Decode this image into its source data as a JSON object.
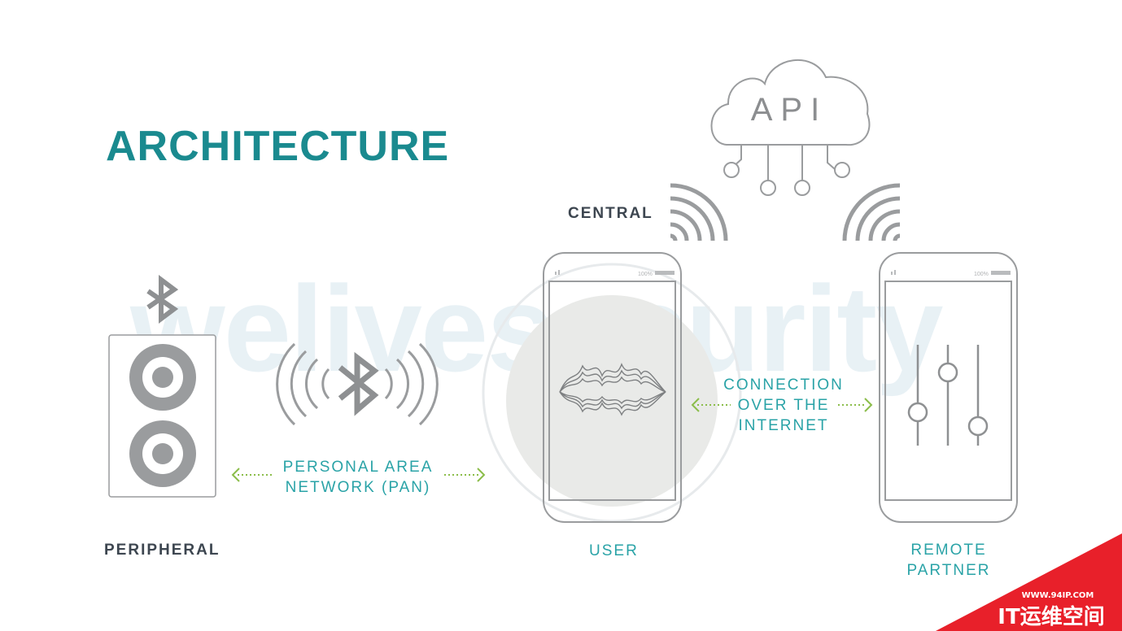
{
  "title": "ARCHITECTURE",
  "watermark": "welivesecurity",
  "api_cloud": {
    "label": "API"
  },
  "labels": {
    "central": "CENTRAL",
    "peripheral": "PERIPHERAL",
    "user": "USER",
    "remote_partner": [
      "REMOTE",
      "PARTNER"
    ],
    "pan": [
      "PERSONAL AREA",
      "NETWORK (PAN)"
    ],
    "internet": [
      "CONNECTION",
      "OVER THE",
      "INTERNET"
    ]
  },
  "phone_status": {
    "battery": "100%"
  },
  "site_badge": {
    "url": "WWW.94IP.COM",
    "name": "IT运维空间"
  },
  "colors": {
    "title": "#1a8a8f",
    "label_teal": "#2aa3a7",
    "label_dark": "#3d4650",
    "icon_gray": "#9a9c9e",
    "arrow_green": "#8bbd4a",
    "badge_red": "#e8202a"
  },
  "icons": [
    "bluetooth-icon",
    "speaker-icon",
    "smartphone-icon",
    "cloud-icon",
    "wifi-signal-icon",
    "waveform-icon",
    "equalizer-sliders-icon"
  ]
}
